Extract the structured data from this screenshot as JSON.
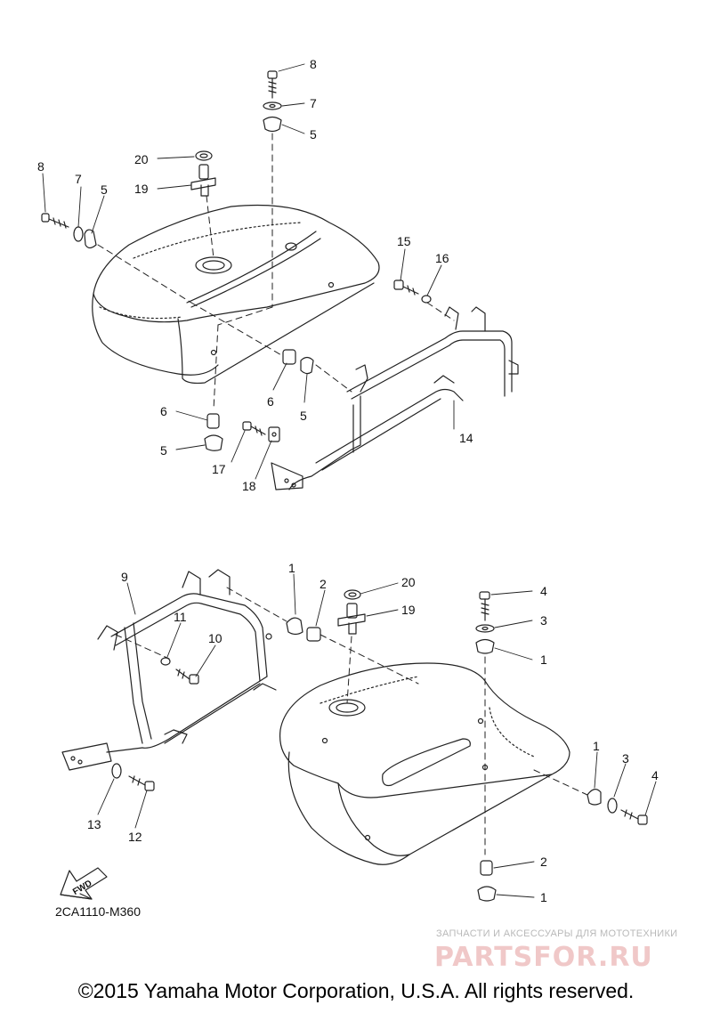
{
  "diagram": {
    "upper_labels": {
      "l8a": "8",
      "l7a": "7",
      "l5a": "5",
      "l20a": "20",
      "l19a": "19",
      "l8b": "8",
      "l7b": "7",
      "l5b": "5",
      "l15": "15",
      "l16": "16",
      "l6a": "6",
      "l5c": "5",
      "l6b": "6",
      "l5d": "5",
      "l14": "14",
      "l17": "17",
      "l18": "18"
    },
    "lower_labels": {
      "l9": "9",
      "l1a": "1",
      "l2a": "2",
      "l20b": "20",
      "l19b": "19",
      "l4a": "4",
      "l3a": "3",
      "l1b": "1",
      "l11": "11",
      "l10": "10",
      "l1c": "1",
      "l3b": "3",
      "l4b": "4",
      "l13": "13",
      "l12": "12",
      "l2b": "2",
      "l1d": "1"
    },
    "fwd_label": "FWD",
    "drawing_code": "2CA1110-M360"
  },
  "watermark": {
    "tagline": "ЗАПЧАСТИ И АКСЕССУАРЫ ДЛЯ МОТОТЕХНИКИ",
    "logo": "PARTSFOR.RU"
  },
  "footer": {
    "copyright": "©2015 Yamaha Motor Corporation, U.S.A. All rights reserved."
  }
}
